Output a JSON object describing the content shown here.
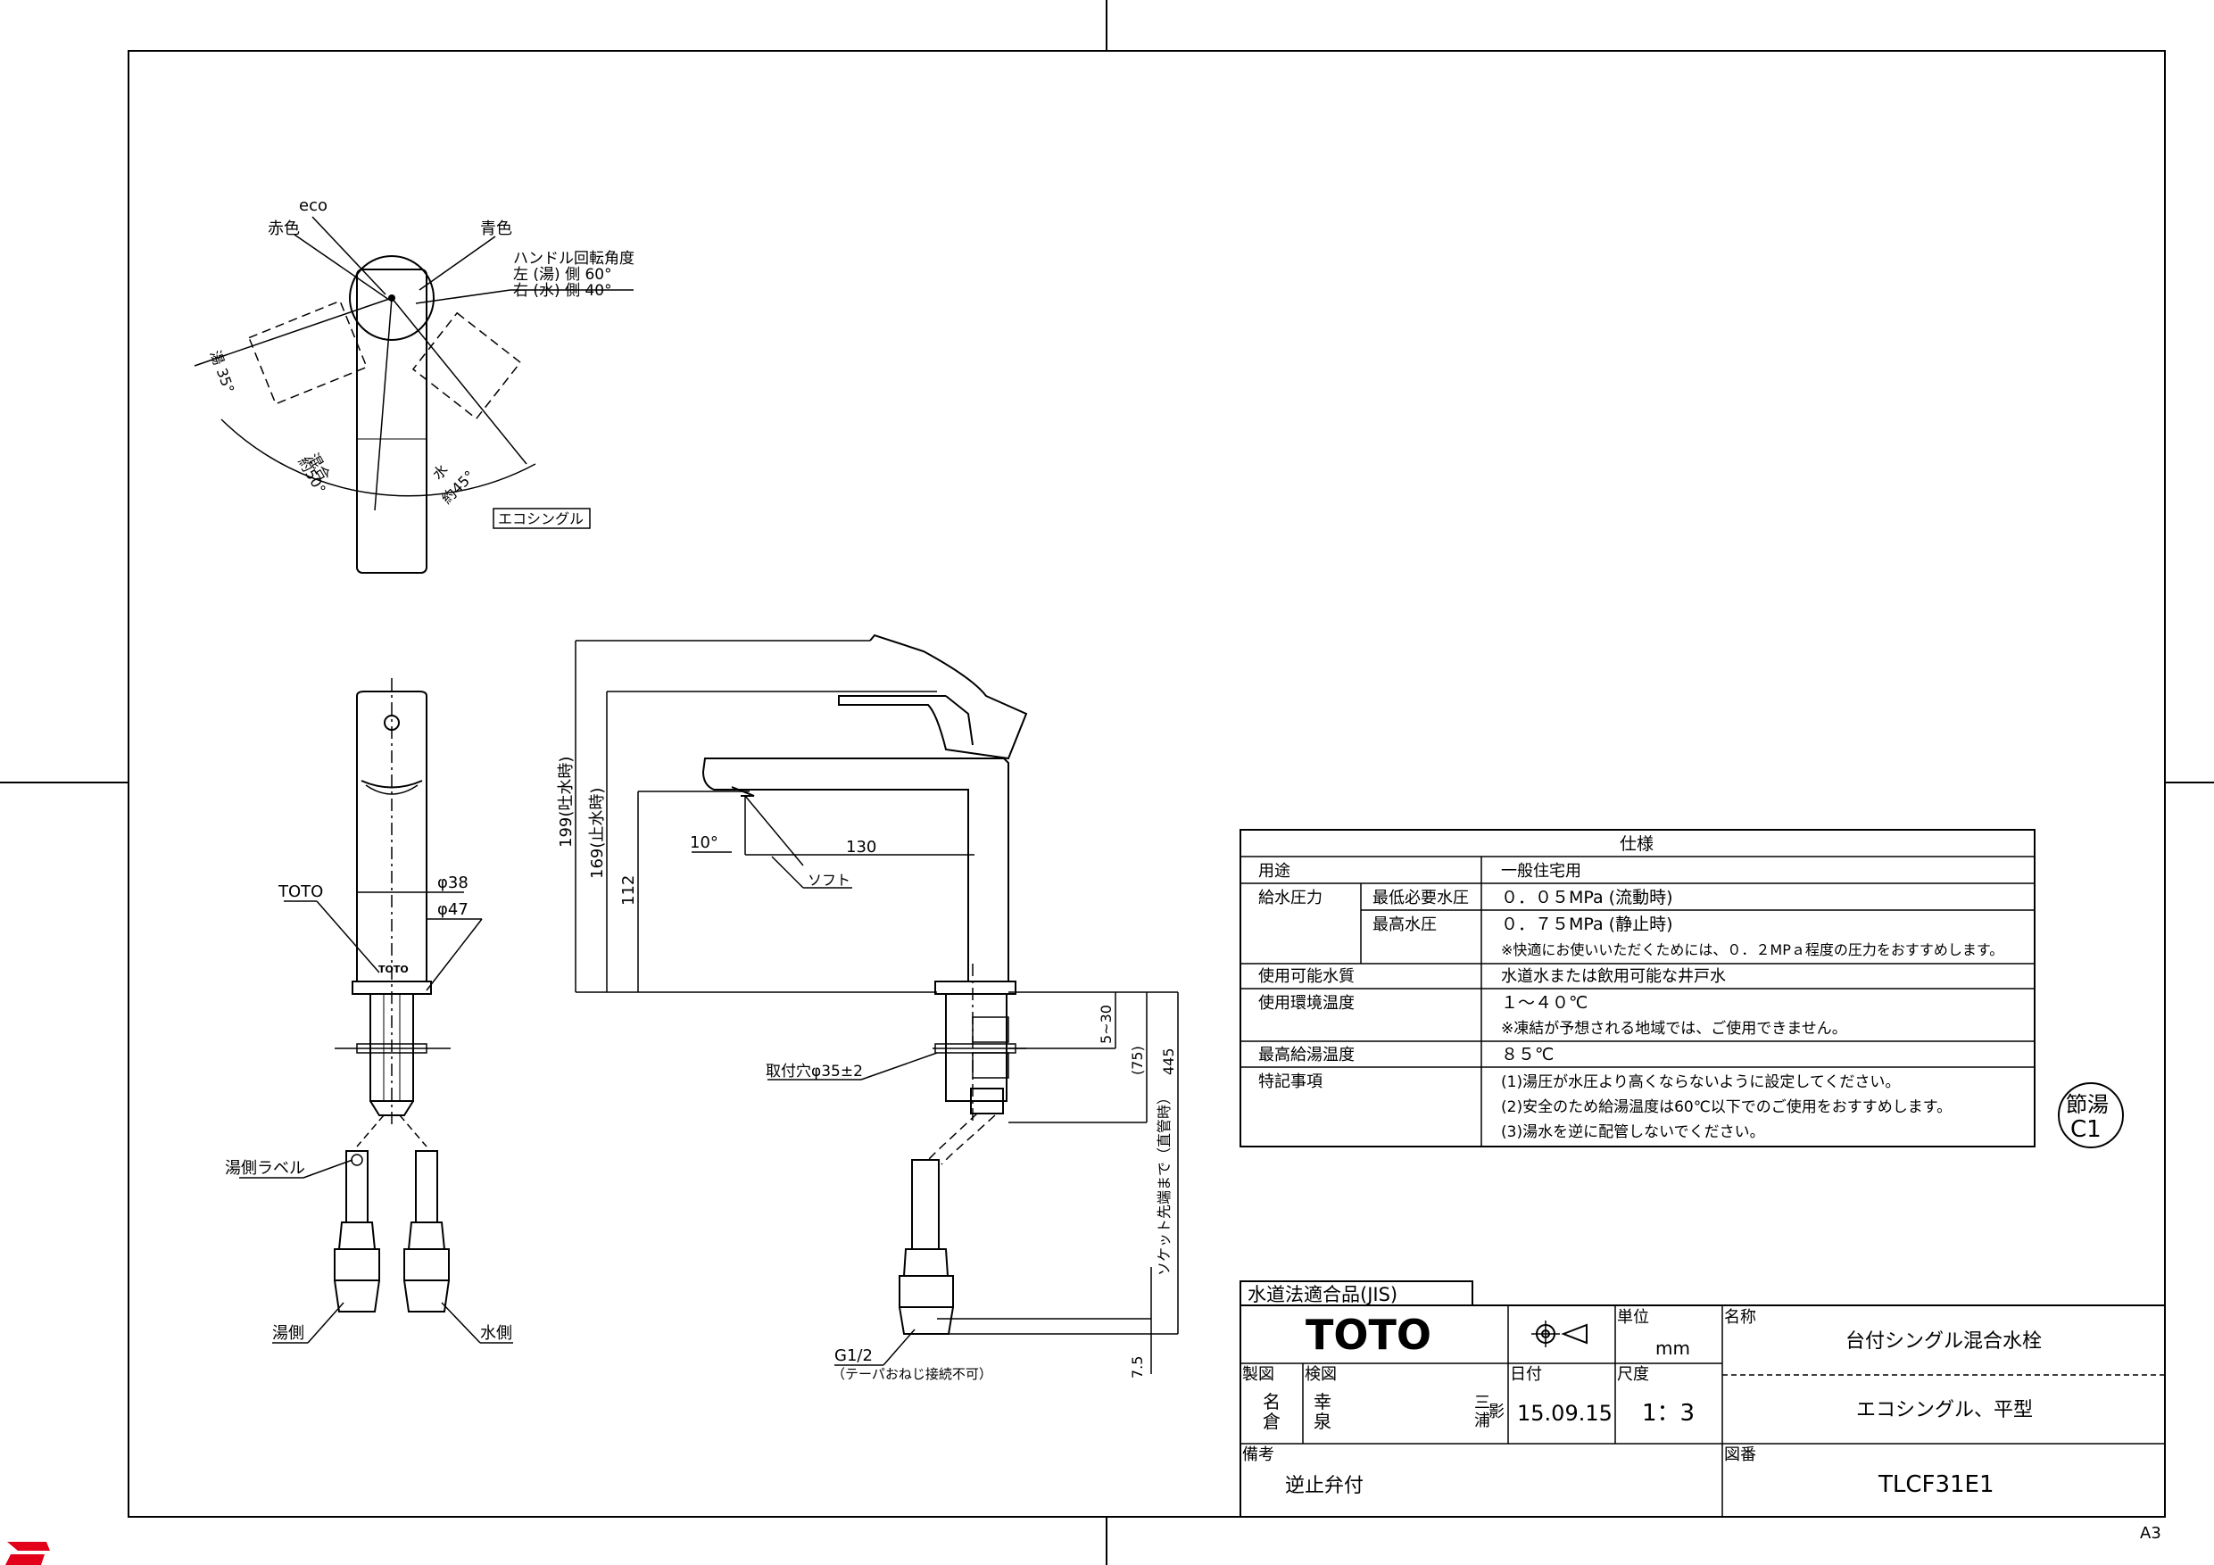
{
  "top_view": {
    "eco": "eco",
    "red": "赤色",
    "blue": "青色",
    "rotation_title": "ハンドル回転角度",
    "rotation_left": "左 (湯) 側  60°",
    "rotation_right": "右 (水) 側  40°",
    "hot_angle": "湯 35°",
    "mix_label": "混合",
    "mix_angle": "約50°",
    "water_label": "水",
    "water_angle": "約45°",
    "eco_single": "エコシングル"
  },
  "front_view": {
    "toto": "TOTO",
    "phi38": "φ38",
    "phi47": "φ47",
    "hot_label": "湯側ラベル",
    "hot_side": "湯側",
    "water_side": "水側",
    "logo_small": "TOTO"
  },
  "side_view": {
    "dim_199": "199(吐水時)",
    "dim_169": "169(止水時)",
    "dim_112": "112",
    "angle_10": "10°",
    "dim_130": "130",
    "soft": "ソフト",
    "mount_hole": "取付穴φ35±2",
    "dim_5_30": "5~30",
    "dim_75": "(75)",
    "dim_445": "445",
    "socket": "ソケット先端まで（直管時）",
    "g12": "G1/2",
    "taper": "（テーパおねじ接続不可）",
    "dim_7_5": "7.5"
  },
  "spec_table": {
    "title": "仕様",
    "rows": [
      {
        "label": "用途",
        "sub": "",
        "value": "一般住宅用",
        "note": ""
      },
      {
        "label": "給水圧力",
        "sub": "最低必要水圧",
        "value": "０．０５MPa (流動時)",
        "note": ""
      },
      {
        "label": "",
        "sub": "最高水圧",
        "value": "０．７５MPa (静止時)",
        "note": "※快適にお使いいただくためには、０．２MPａ程度の圧力をおすすめします。"
      },
      {
        "label": "使用可能水質",
        "sub": "",
        "value": "水道水または飲用可能な井戸水",
        "note": ""
      },
      {
        "label": "使用環境温度",
        "sub": "",
        "value": "１～４０℃",
        "note": "※凍結が予想される地域では、ご使用できません。"
      },
      {
        "label": "最高給湯温度",
        "sub": "",
        "value": "８５℃",
        "note": ""
      },
      {
        "label": "特記事項",
        "sub": "",
        "value": "(1)湯圧が水圧より高くならないように設定してください。",
        "note": "(2)安全のため給湯温度は60℃以下でのご使用をおすすめします。",
        "note2": "(3)湯水を逆に配管しないでください。"
      }
    ]
  },
  "badge": {
    "line1": "節湯",
    "line2": "C1"
  },
  "title_block": {
    "jis": "水道法適合品(JIS)",
    "logo": "TOTO",
    "unit_label": "単位",
    "unit_value": "mm",
    "name_label": "名称",
    "name_value": "台付シングル混合水栓",
    "subname_value": "エコシングル、平型",
    "made_label": "製図",
    "made_value_1": "名",
    "made_value_2": "倉",
    "check_label": "検図",
    "check_value_1": "幸",
    "check_value_2": "泉",
    "approve_1": "三",
    "approve_2": "浦",
    "approve_3": "影",
    "date_label": "日付",
    "date_value": "15.09.15",
    "scale_label": "尺度",
    "scale_value": "1：3",
    "remarks_label": "備考",
    "remarks_value": "逆止弁付",
    "drawing_no_label": "図番",
    "drawing_no_value": "TLCF31E1"
  },
  "paper_size": "A3"
}
